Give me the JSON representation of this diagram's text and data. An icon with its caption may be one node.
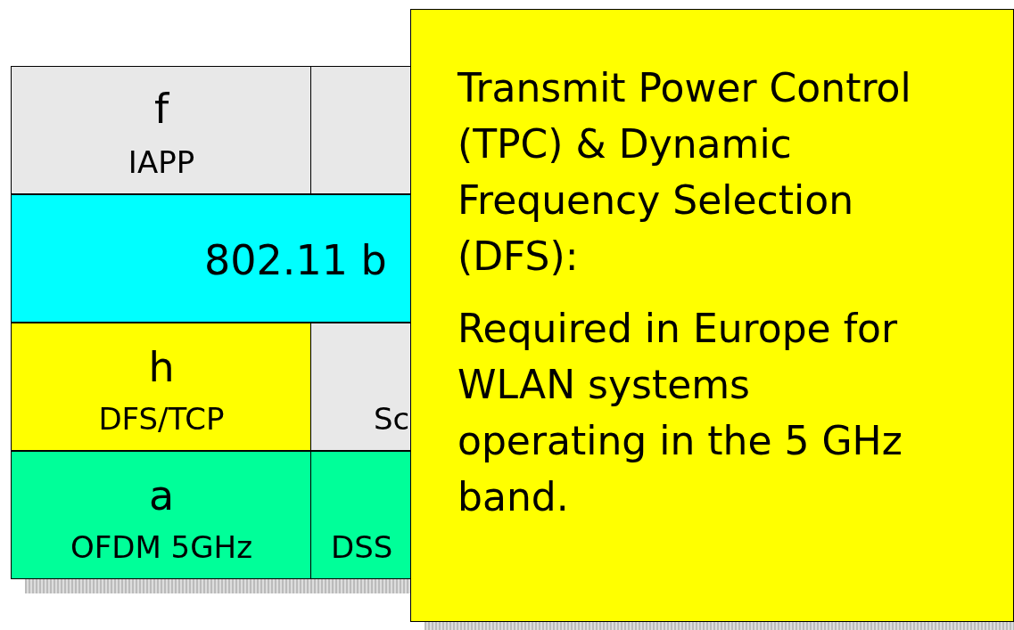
{
  "diagram": {
    "nodes": [
      {
        "text": [
          "f",
          "IAPP"
        ]
      },
      {
        "text": [],
        "shape": "box"
      },
      {
        "text": [
          "802.11 b"
        ]
      },
      {
        "text": [
          "h",
          "DFS/TCP"
        ]
      },
      {
        "text": [
          "Sc"
        ]
      },
      {
        "text": [
          "a",
          "OFDM 5GHz"
        ]
      },
      {
        "text": [
          "DSS"
        ]
      },
      {
        "text": [
          "Transmit Power Control (TPC) & Dynamic Frequency Selection (DFS):",
          "Required in Europe for WLAN systems operating in the 5 GHz band."
        ]
      }
    ]
  }
}
